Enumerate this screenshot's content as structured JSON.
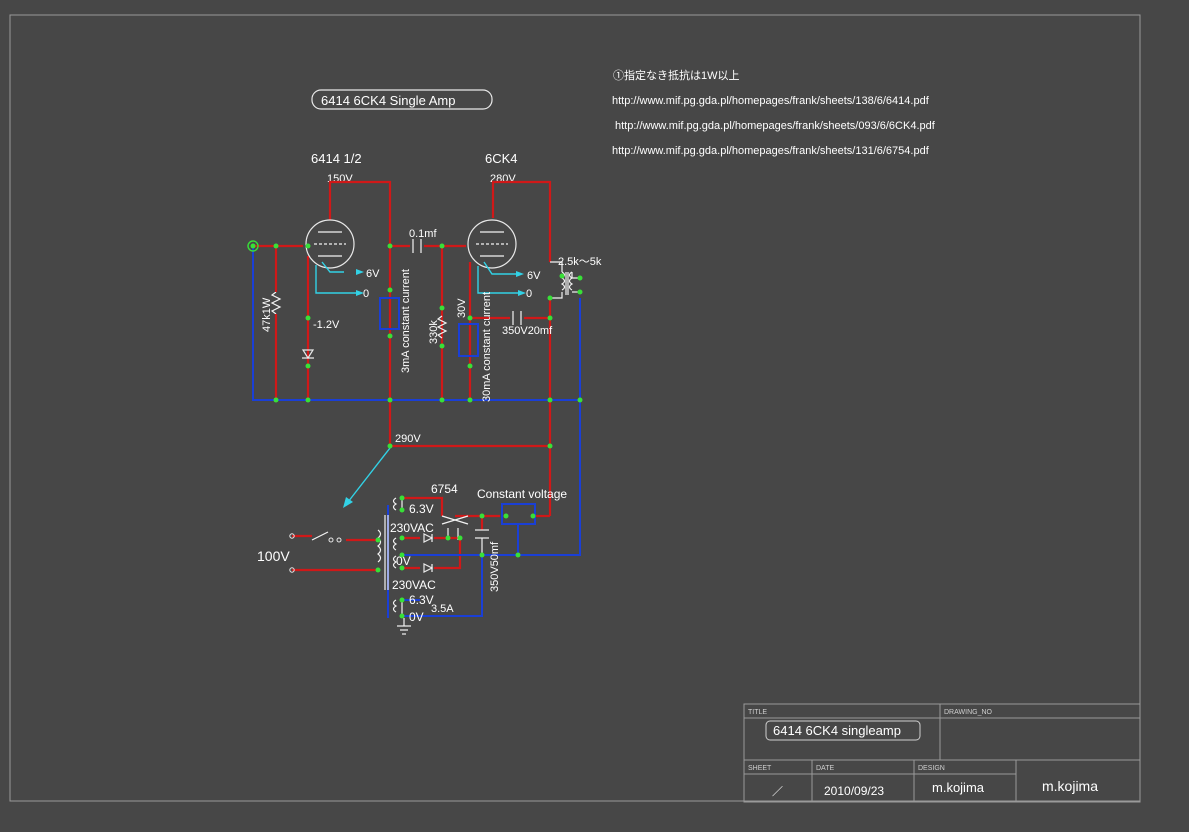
{
  "drawing": {
    "title_badge": "6414 6CK4 Single Amp",
    "note": "①指定なき抵抗は1W以上",
    "links": [
      "http://www.mif.pg.gda.pl/homepages/frank/sheets/138/6/6414.pdf",
      "http://www.mif.pg.gda.pl/homepages/frank/sheets/093/6/6CK4.pdf",
      "http://www.mif.pg.gda.pl/homepages/frank/sheets/131/6/6754.pdf"
    ]
  },
  "schematic": {
    "tube1_label": "6414 1/2",
    "tube2_label": "6CK4",
    "b1_voltage": "150V",
    "b2_voltage": "280V",
    "coupling_cap": "0.1mf",
    "heater1": "6V",
    "zero1": "0",
    "heater2": "6V",
    "zero2": "0",
    "output_trans": "2.5k～5k",
    "grid_resistor": "47k1W",
    "bias_voltage": "-1.2V",
    "ccs1": "3mA constant current",
    "grid_resistor2": "330k",
    "cathode_voltage": "30V",
    "ccs2": "30mA constant current",
    "bypass_cap": "350V20mf",
    "supply_voltage": "290V",
    "rectifier_tube": "6754",
    "regulator": "Constant voltage",
    "h1": "6.3V",
    "sec1": "230VAC",
    "ct": "0V",
    "sec2": "230VAC",
    "h2": "6.3V",
    "h2_current": "3.5A",
    "h2_zero": "0V",
    "filter_cap": "350V50mf",
    "mains": "100V"
  },
  "title_block": {
    "title_caption": "TITLE",
    "drawing_no_caption": "DRAWING_NO",
    "title": "6414 6CK4 singleamp",
    "sheet_caption": "SHEET",
    "sheet_value": "／",
    "date_caption": "DATE",
    "date": "2010/09/23",
    "design_caption": "DESIGN",
    "designer": "m.kojima",
    "author": "m.kojima"
  }
}
